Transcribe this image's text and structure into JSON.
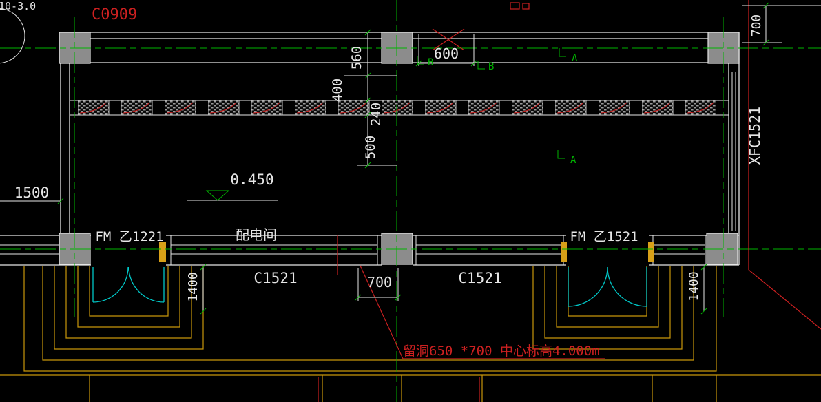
{
  "palette": {
    "background": "#000000",
    "line_white": "#e6e6e6",
    "line_green": "#00b400",
    "line_red": "#cc2020",
    "line_cyan": "#00c8c8",
    "line_orange": "#c8960a",
    "column_gray": "#8c8c8c"
  },
  "drawing": {
    "grid_ref": "10-3.0",
    "top_window_tag": "C0909",
    "dims": {
      "d560": "560",
      "d400": "400",
      "d240": "240",
      "d500": "500",
      "d600": "600",
      "d700_top": "700",
      "d700_bottom": "700",
      "d1400_left": "1400",
      "d1400_right": "1400",
      "d1500": "1500"
    },
    "sections": {
      "a": "A",
      "b": "B"
    },
    "level_mark": "0.450",
    "room_label": "配电间",
    "doors": {
      "left": "FM 乙1221",
      "right": "FM 乙1521"
    },
    "windows": {
      "bottom_left": "C1521",
      "bottom_right": "C1521",
      "right_side": "XFC1521"
    },
    "note": "留洞650 *700 中心标高4.000m"
  }
}
